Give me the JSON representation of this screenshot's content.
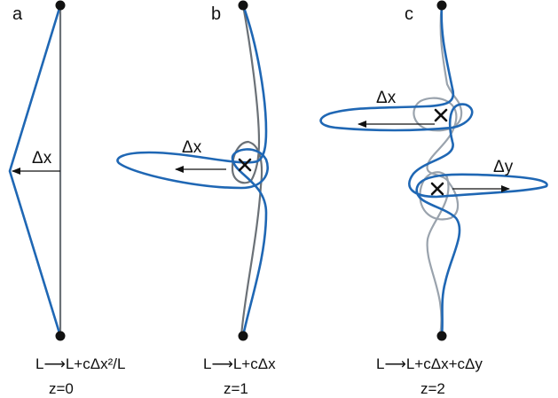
{
  "panels": [
    {
      "label": "a",
      "delta_label_var": "Δx",
      "formula": "L⟶L+cΔx²/L",
      "z_label": "z=0"
    },
    {
      "label": "b",
      "delta_label_var": "Δx",
      "formula": "L⟶L+cΔx",
      "z_label": "z=1"
    },
    {
      "label": "c",
      "delta_label_var_x": "Δx",
      "delta_label_var_y": "Δy",
      "formula": "L⟶L+cΔx+cΔy",
      "z_label": "z=2"
    }
  ],
  "colors": {
    "polymer": "#1f67b4",
    "reference": "#6b7177",
    "reference_light": "#9aa3ad",
    "endpoint": "#111111"
  }
}
